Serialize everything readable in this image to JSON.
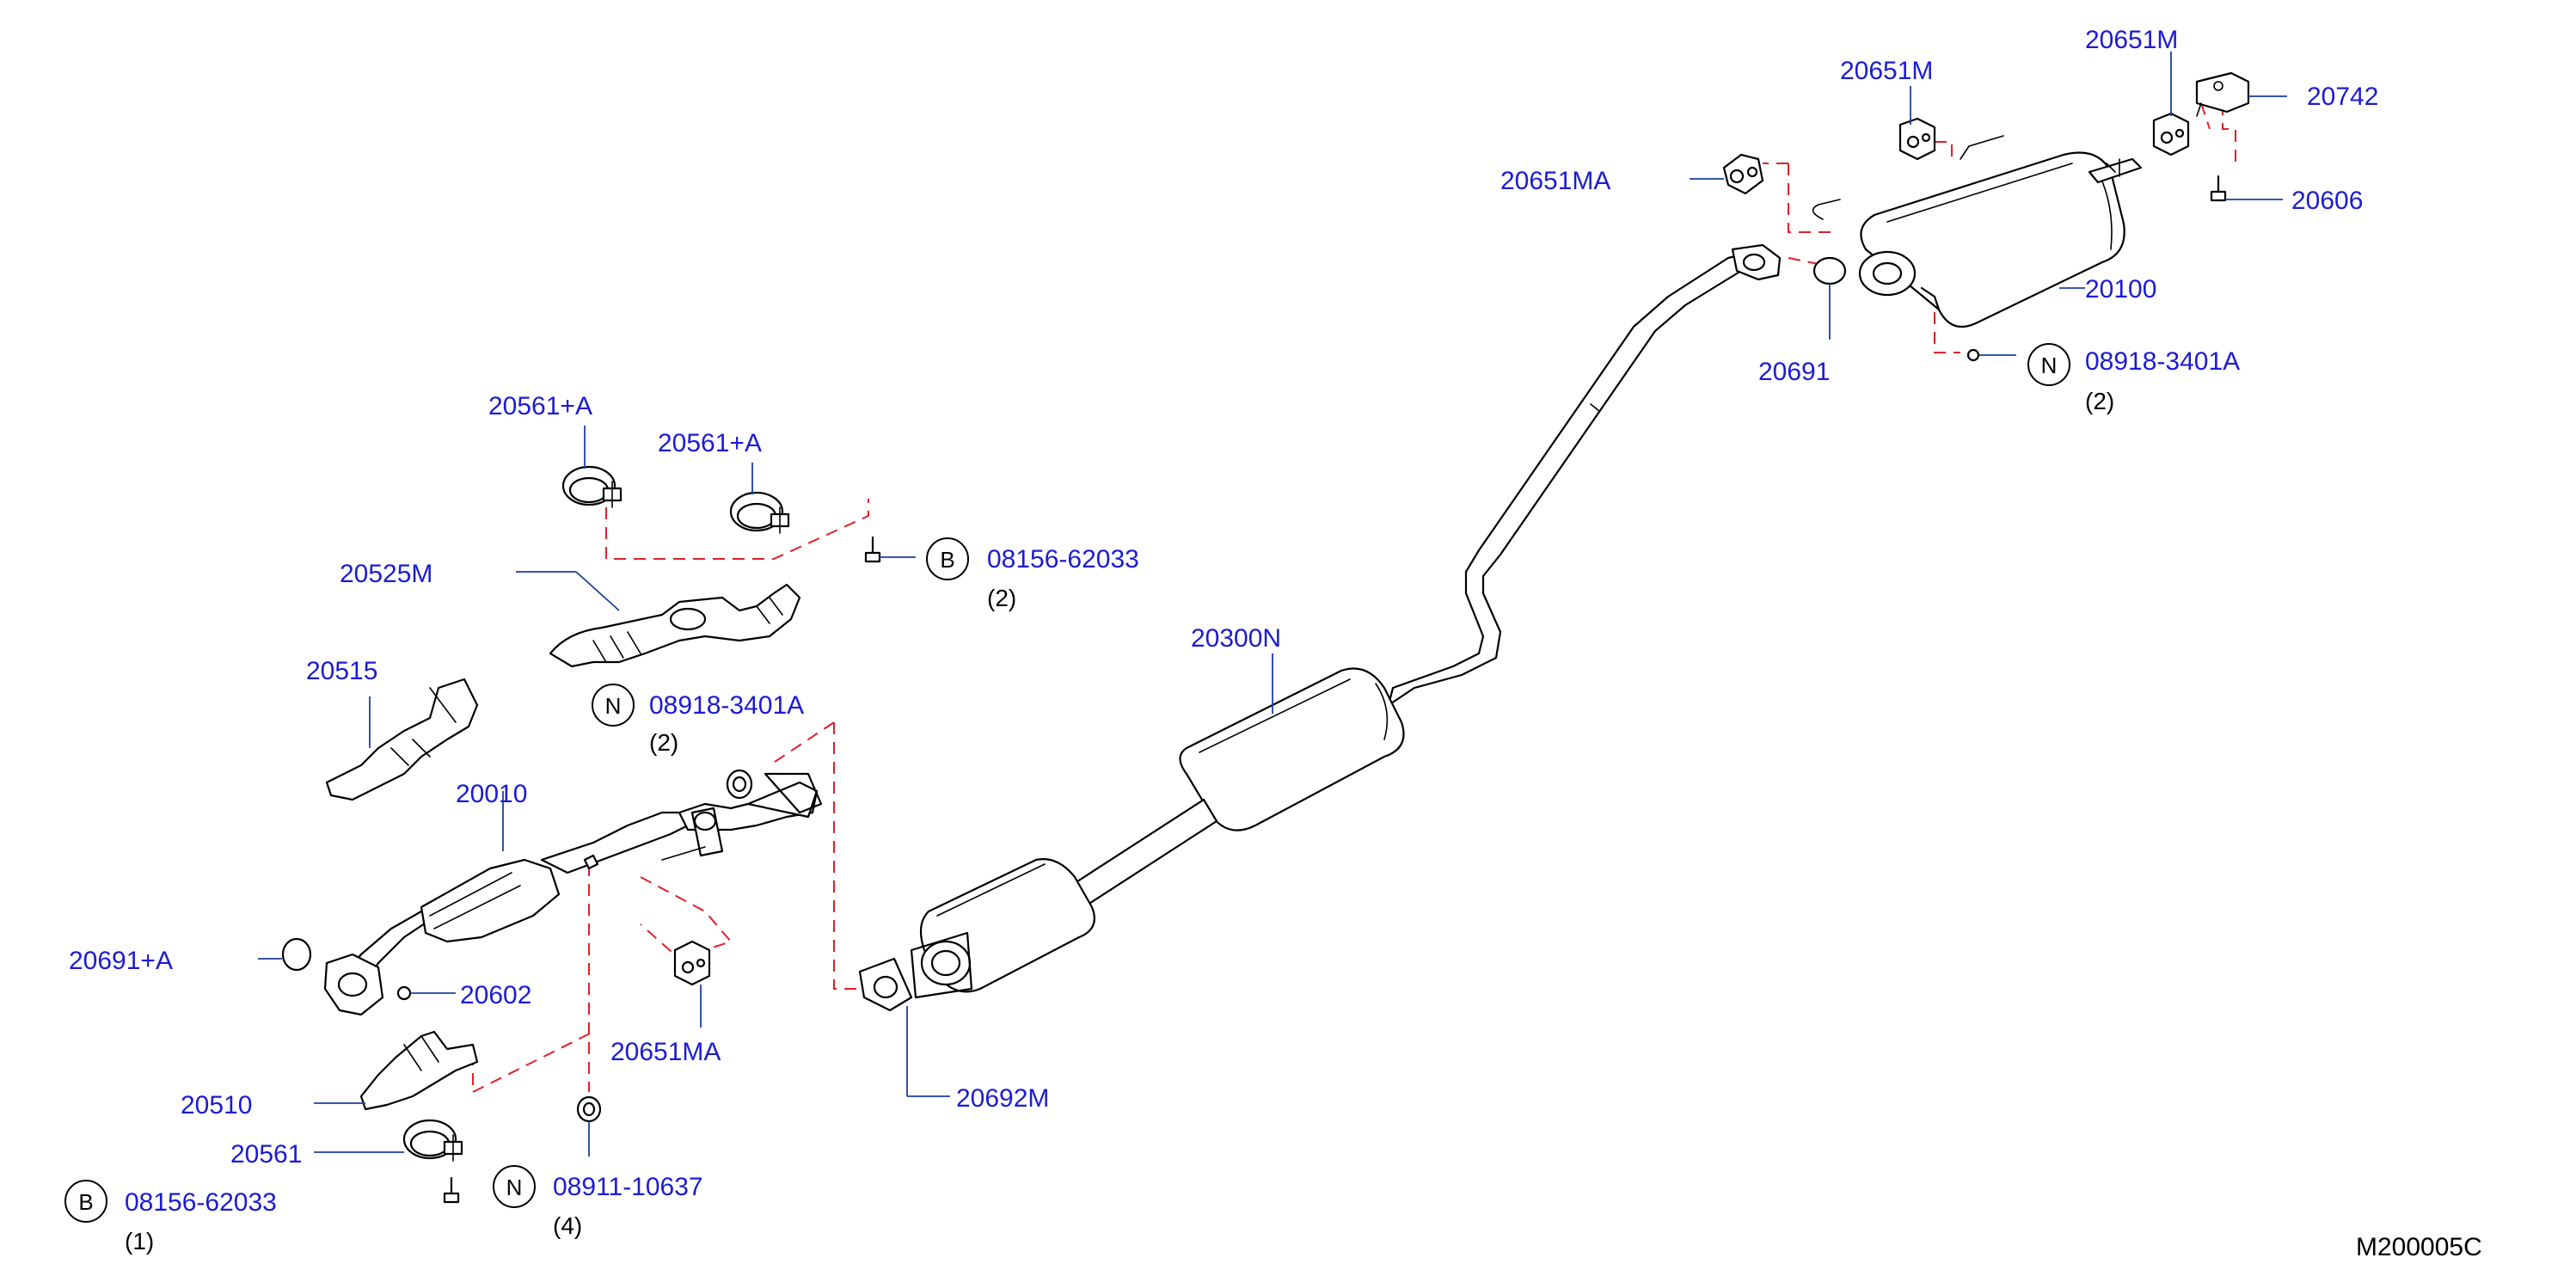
{
  "colors": {
    "label": "#1b1bd6",
    "leader": "#1d3f9b",
    "dashed_link": "#e0202a",
    "line_art": "#000000"
  },
  "diagram_code": "M200005C",
  "labels": {
    "p20651m_center": "20651M",
    "p20651m_right": "20651M",
    "p20742": "20742",
    "p20651ma_top": "20651MA",
    "p20606": "20606",
    "p20100": "20100",
    "p20691": "20691",
    "p08918_3401a_right": "08918-3401A",
    "p20561a_left": "20561+A",
    "p20561a_right": "20561+A",
    "p08156_62033_top": "08156-62033",
    "p20525m": "20525M",
    "p20300n": "20300N",
    "p20515": "20515",
    "p08918_3401a_left": "08918-3401A",
    "p20010": "20010",
    "p20691a": "20691+A",
    "p20602": "20602",
    "p20651ma_bottom": "20651MA",
    "p20692m": "20692M",
    "p20510": "20510",
    "p20561": "20561",
    "p08911_10637": "08911-10637",
    "p08156_62033_bottom": "08156-62033"
  },
  "quantities": {
    "q_right_nut": "(2)",
    "q_top_bolt": "(2)",
    "q_left_nut": "(2)",
    "q_bottom_nut": "(4)",
    "q_bottom_bolt": "(1)"
  },
  "badges": {
    "b_right": "N",
    "b_top": "B",
    "b_left": "N",
    "b_bottom_nut": "N",
    "b_bottom_bolt": "B"
  }
}
